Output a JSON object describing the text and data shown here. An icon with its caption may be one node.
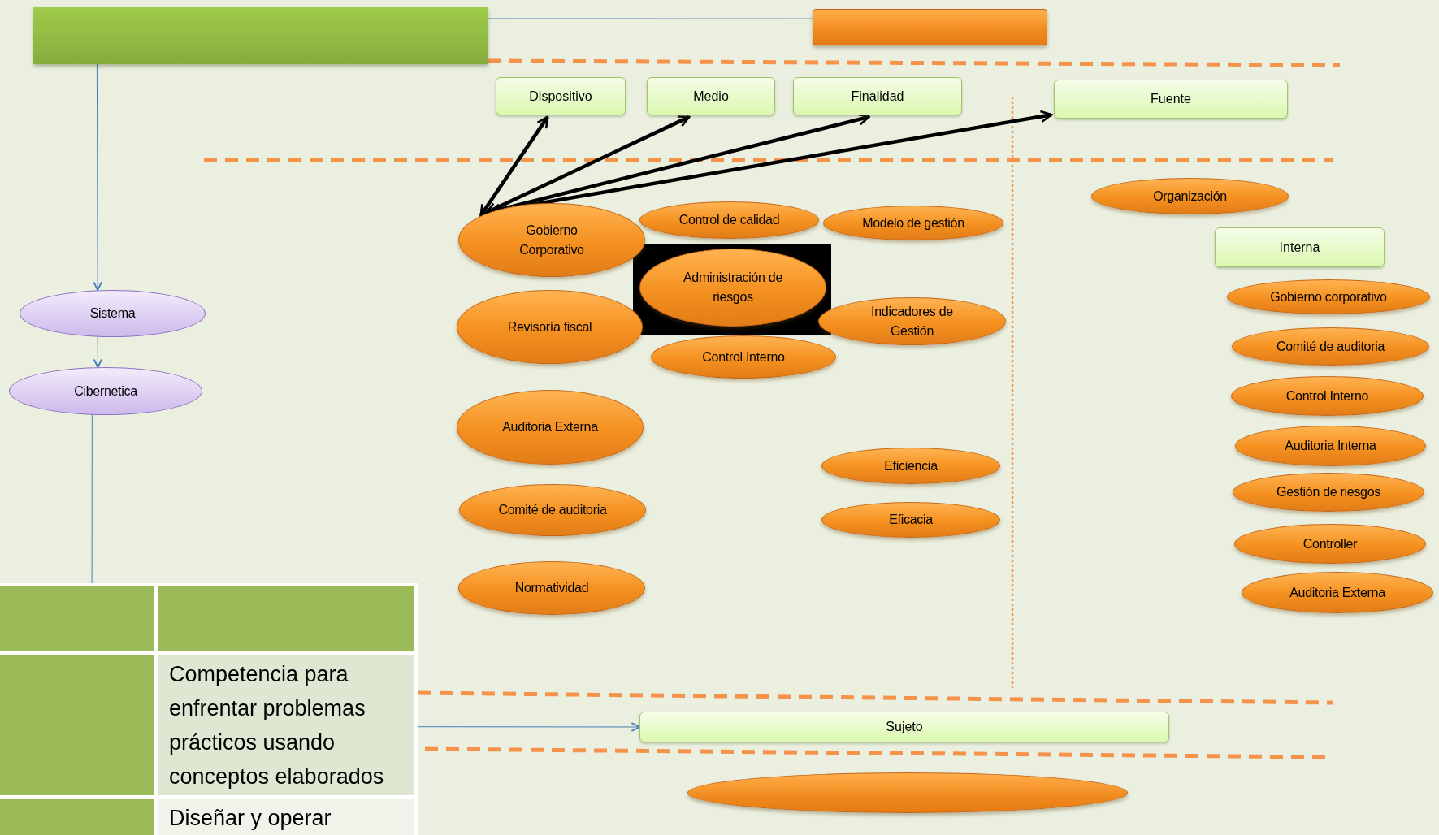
{
  "diagram": {
    "nodes": [
      {
        "text": [],
        "shape": "bar"
      },
      {
        "text": [],
        "shape": "bar"
      },
      {
        "text": [
          "Dispositivo"
        ]
      },
      {
        "text": [
          "Medio"
        ]
      },
      {
        "text": [
          "Finalidad"
        ]
      },
      {
        "text": [
          "Fuente"
        ]
      },
      {
        "text": [
          "Sistema"
        ]
      },
      {
        "text": [
          "Cibernetica"
        ]
      },
      {
        "text": [
          "Gobierno Corporativo"
        ]
      },
      {
        "text": [
          "Control de calidad"
        ]
      },
      {
        "text": [
          "Modelo de gestión"
        ]
      },
      {
        "text": [
          "Administración de riesgos"
        ]
      },
      {
        "text": [
          "Revisoría fiscal"
        ]
      },
      {
        "text": [
          "Indicadores de Gestión"
        ]
      },
      {
        "text": [
          "Control Interno"
        ]
      },
      {
        "text": [
          "Auditoria Externa"
        ]
      },
      {
        "text": [
          "Eficiencia"
        ]
      },
      {
        "text": [
          "Eficacia"
        ]
      },
      {
        "text": [
          "Comité de auditoria"
        ]
      },
      {
        "text": [
          "Normatividad"
        ]
      },
      {
        "text": [
          "Organización"
        ]
      },
      {
        "text": [
          "Interna"
        ]
      },
      {
        "text": [
          "Gobierno corporativo"
        ]
      },
      {
        "text": [
          "Comité de auditoria"
        ]
      },
      {
        "text": [
          "Control Interno"
        ]
      },
      {
        "text": [
          "Auditoria Interna"
        ]
      },
      {
        "text": [
          "Gestión de riesgos"
        ]
      },
      {
        "text": [
          "Controller"
        ]
      },
      {
        "text": [
          "Auditoria Externa"
        ]
      },
      {
        "text": [
          "Sujeto"
        ]
      },
      {
        "text": [],
        "shape": "ellipse"
      },
      {
        "text": [
          "Competencia para enfrentar problemas prácticos usando conceptos elaborados",
          "Diseñar y operar"
        ]
      }
    ],
    "edges": [
      {
        "from": 0,
        "to": 1,
        "arrow": "none"
      },
      {
        "from": 0,
        "to": 6,
        "arrow": "to"
      },
      {
        "from": 6,
        "to": 7,
        "arrow": "to"
      },
      {
        "from": 7,
        "to": 31,
        "arrow": "none"
      },
      {
        "from": 31,
        "to": 29,
        "arrow": "to"
      },
      {
        "from": 8,
        "to": 2,
        "arrow": "both",
        "style": "thick",
        "color": "#000000"
      },
      {
        "from": 8,
        "to": 3,
        "arrow": "both",
        "style": "thick",
        "color": "#000000"
      },
      {
        "from": 8,
        "to": 4,
        "arrow": "both",
        "style": "thick",
        "color": "#000000"
      },
      {
        "from": 8,
        "to": 5,
        "arrow": "both",
        "style": "thick",
        "color": "#000000"
      }
    ]
  }
}
